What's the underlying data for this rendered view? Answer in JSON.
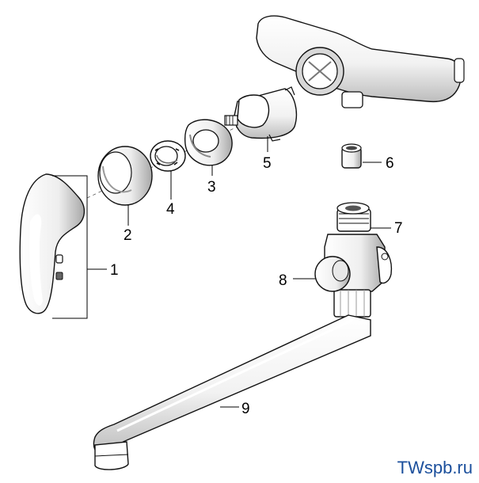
{
  "watermark": "TWspb.ru",
  "part_numbers": {
    "p1": "1",
    "p2": "2",
    "p3": "3",
    "p4": "4",
    "p5": "5",
    "p6": "6",
    "p7": "7",
    "p8": "8",
    "p9": "9"
  },
  "colors": {
    "part_fill": "#ffffff",
    "part_shade": "#d9d9d9",
    "dark_shade": "#9a9a9a",
    "watermark": "#1b4f9c"
  }
}
